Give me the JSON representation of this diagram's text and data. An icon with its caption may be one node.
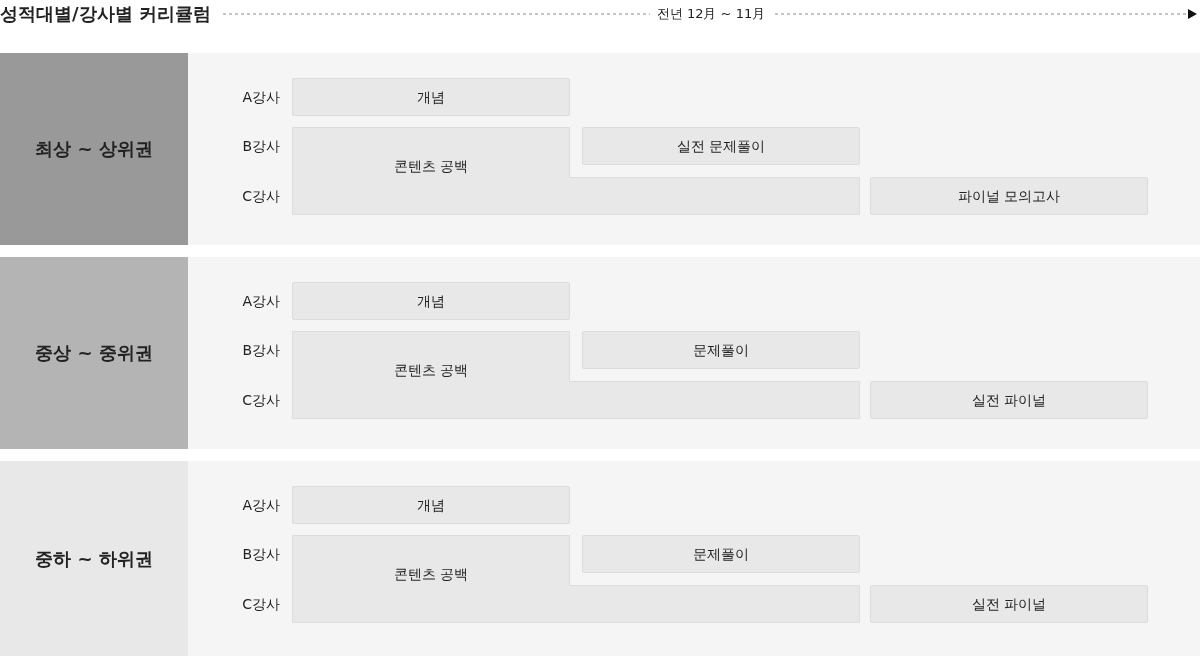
{
  "diagram": {
    "title": "성적대별/강사별 커리큘럼",
    "nodes": [
      {
        "text": [
          "최상 ~ 상위권"
        ]
      },
      {
        "text": [
          "A강사",
          "B강사",
          "C강사"
        ]
      },
      {
        "text": [
          "개념"
        ],
        "in": 1
      },
      {
        "text": [
          "콘텐츠 공백"
        ],
        "in": 1
      },
      {
        "text": [
          "실전 문제풀이"
        ],
        "in": 1
      },
      {
        "text": [
          "파이널 모의고사"
        ],
        "in": 1
      },
      {
        "text": [
          "중상 ~ 중위권"
        ]
      },
      {
        "text": [
          "A강사",
          "B강사",
          "C강사"
        ]
      },
      {
        "text": [
          "개념"
        ],
        "in": 7
      },
      {
        "text": [
          "콘텐츠 공백"
        ],
        "in": 7
      },
      {
        "text": [
          "문제풀이"
        ],
        "in": 7
      },
      {
        "text": [
          "실전 파이널"
        ],
        "in": 7
      },
      {
        "text": [
          "중하 ~ 하위권"
        ]
      },
      {
        "text": [
          "A강사",
          "B강사",
          "C강사"
        ]
      },
      {
        "text": [
          "개념"
        ],
        "in": 13
      },
      {
        "text": [
          "콘텐츠 공백"
        ],
        "in": 13
      },
      {
        "text": [
          "문제풀이"
        ],
        "in": 13
      },
      {
        "text": [
          "실전 파이널"
        ],
        "in": 13
      }
    ],
    "labels": [
      "전년 12月 ~ 11月"
    ]
  }
}
